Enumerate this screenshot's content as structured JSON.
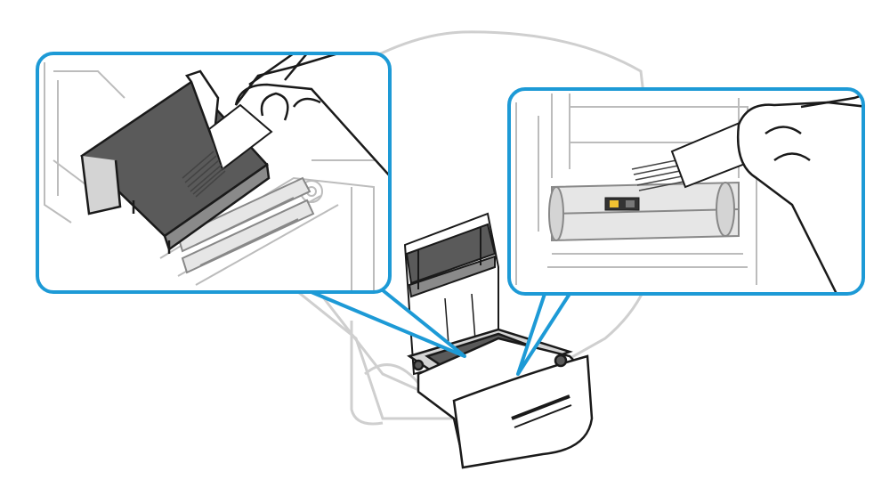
{
  "diagram": {
    "callouts": [
      {
        "name": "left-callout",
        "depicts": "cleaning-brush-on-cover-guide"
      },
      {
        "name": "right-callout",
        "depicts": "cleaning-brush-on-platen-sensor"
      }
    ],
    "colors": {
      "callout_border": "#1d9ad6",
      "line_dark": "#1a1a1a",
      "fill_dark": "#5a5a5a",
      "fill_mid": "#8a8a8a",
      "fill_light": "#d4d4d4",
      "ghost_outline": "#c8c8c8",
      "background": "#ffffff"
    },
    "icons": [
      "brush-icon",
      "hand-icon",
      "sensor-icon"
    ]
  }
}
